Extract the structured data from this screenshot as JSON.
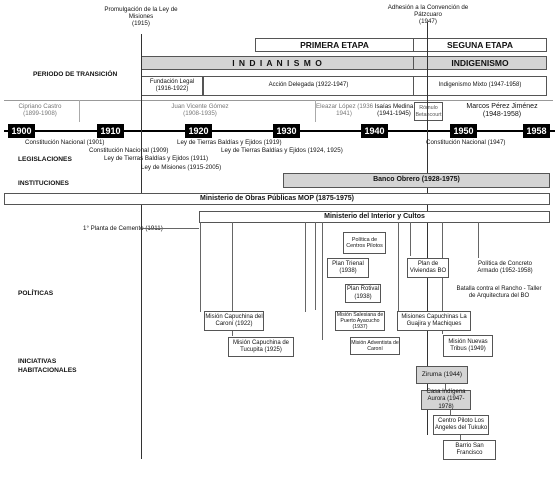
{
  "events_top": {
    "ley_misiones": "Promulgación de la Ley de Misiones",
    "ley_misiones_year": "(1915)",
    "patzcuaro": "Adhesión a la Convención de Pátzcuaro",
    "patzcuaro_year": "(1947)"
  },
  "stages": {
    "primera": "PRIMERA ETAPA",
    "segunda": "SEGUNA ETAPA",
    "indianismo": "I N D I A N I S M O",
    "indigenismo": "INDIGENISMO"
  },
  "rows": {
    "periodo": "PERIODO DE TRANSICIÓN",
    "legislaciones": "LEGISLACIONES",
    "instituciones": "INSTITUCIONES",
    "politicas": "POLÍTICAS",
    "iniciativas": "INICIATIVAS HABITACIONALES"
  },
  "periods": {
    "fundacion": "Fundación Legal",
    "fundacion_years": "(1916-1922)",
    "accion": "Acción Delegada (1922-1947)",
    "mixto": "Indigenismo Mixto (1947-1958)"
  },
  "presidents": {
    "castro": "Cipriano Castro",
    "castro_years": "(1899-1908)",
    "gomez": "Juan Vicente Gómez",
    "gomez_years": "(1908-1935)",
    "lopez": "Eleazar López (1936",
    "lopez_end": "1941)",
    "medina": "Isaías Medina",
    "medina_years": "(1941-1945)",
    "romulo": "Rómulo",
    "romulo_2": "Betancourt",
    "perez": "Marcos Pérez Jiménez",
    "perez_years": "(1948-1958)"
  },
  "years": [
    "1900",
    "1910",
    "1920",
    "1930",
    "1940",
    "1950",
    "1958"
  ],
  "laws": {
    "c1901": "Constitución Nacional (1901)",
    "c1909": "Constitución Nacional (1909)",
    "tb1911": "Ley de Tierras Baldías y Ejidos (1911)",
    "lm1915": "Ley de Misiones (1915-2005)",
    "tb1919": "Ley de Tierras Baldías y Ejidos (1919)",
    "tb1924": "Ley de Tierras Baldías y Ejidos (1924, 1925)",
    "c1947": "Constitución Nacional (1947)"
  },
  "institutions": {
    "banco": "Banco Obrero (1928-1975)",
    "mop": "Ministerio de Obras Públicas MOP (1875-1975)",
    "interior": "Ministerio del Interior y Cultos"
  },
  "policies": {
    "cemento": "1° Planta de Cemento (1911)",
    "centros": "Política de Centros Pilotos",
    "trienal": "Plan Trienal (1938)",
    "rotival": "Plan Rotival (1938)",
    "viviendas": "Plan de Viviendas BO",
    "concreto": "Política de Concreto Armado (1952-1958)",
    "batalla": "Batalla contra el Rancho - Taller de Arquitectura del BO"
  },
  "initiatives": {
    "caroni_mision": "Misión Capuchina del Caroní (1922)",
    "tucupita": "Misión Capuchina de Tucupita (1925)",
    "salesiana": "Misión Salesiana de Puerto Ayacucho (1937)",
    "adventista": "Misión Adventista de Caroní",
    "capuchinas_gm": "Misiones Capuchinas La Guajira y Machiques",
    "nuevas_tribus": "Misión Nuevas Tribus (1949)",
    "ziruma": "Ziruma (1944)",
    "aurora": "Casa Indígena Aurora (1947-1978)",
    "tukuko": "Centro Piloto Los Angeles del Tukuko",
    "francisco": "Barrio San Francisco"
  }
}
